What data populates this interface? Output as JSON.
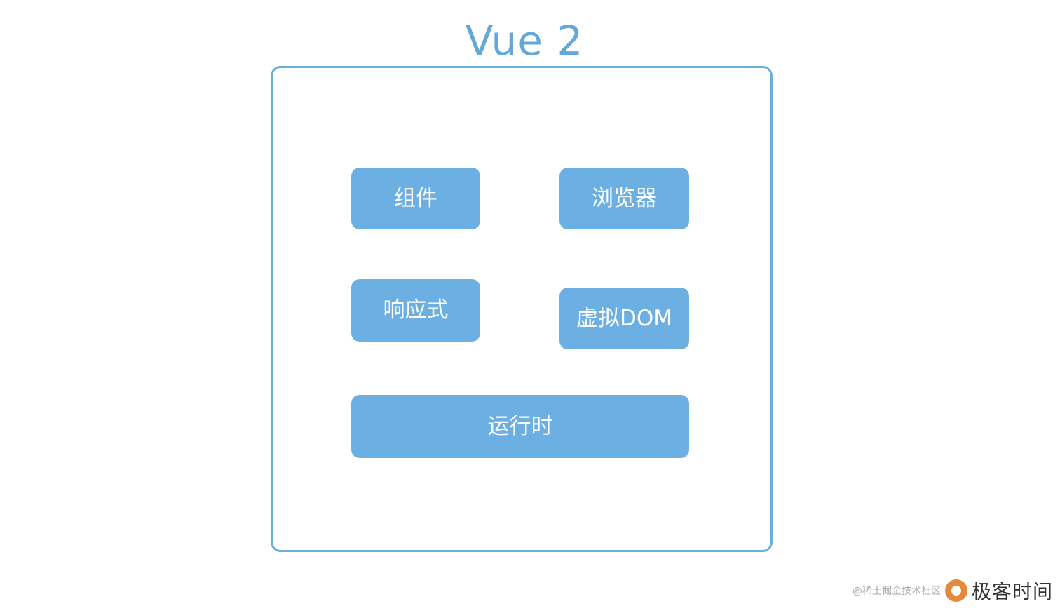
{
  "diagram": {
    "title": "Vue 2",
    "blocks": {
      "component": "组件",
      "browser": "浏览器",
      "reactive": "响应式",
      "virtual_dom": "虚拟DOM",
      "runtime": "运行时"
    }
  },
  "watermark": {
    "handle": "@稀土掘金技术社区",
    "brand": "极客时间"
  },
  "colors": {
    "title": "#63a8d8",
    "frame_border": "#6aaed9",
    "block_fill": "#6cb0e3",
    "block_text": "#ffffff",
    "logo": "#e8883a"
  }
}
